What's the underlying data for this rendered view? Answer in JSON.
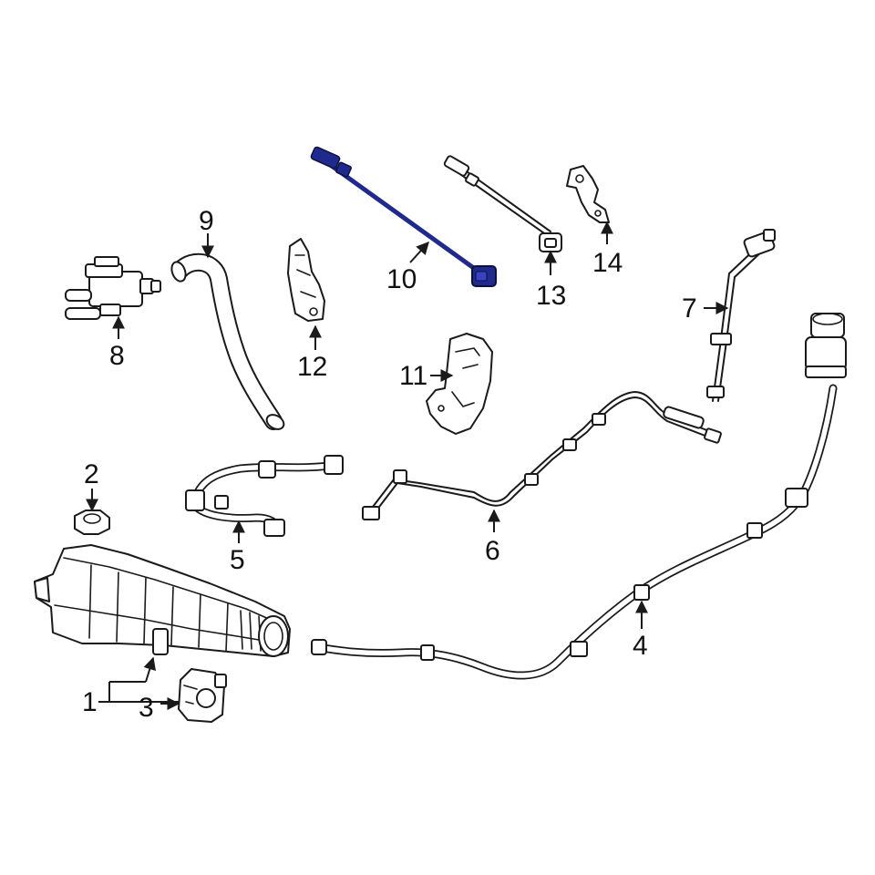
{
  "callouts": {
    "c1": "1",
    "c2": "2",
    "c3": "3",
    "c4": "4",
    "c5": "5",
    "c6": "6",
    "c7": "7",
    "c8": "8",
    "c9": "9",
    "c10": "10",
    "c11": "11",
    "c12": "12",
    "c13": "13",
    "c14": "14"
  },
  "colors": {
    "line": "#1a1a1a",
    "highlight": "#1f2a8c",
    "background": "#ffffff"
  }
}
